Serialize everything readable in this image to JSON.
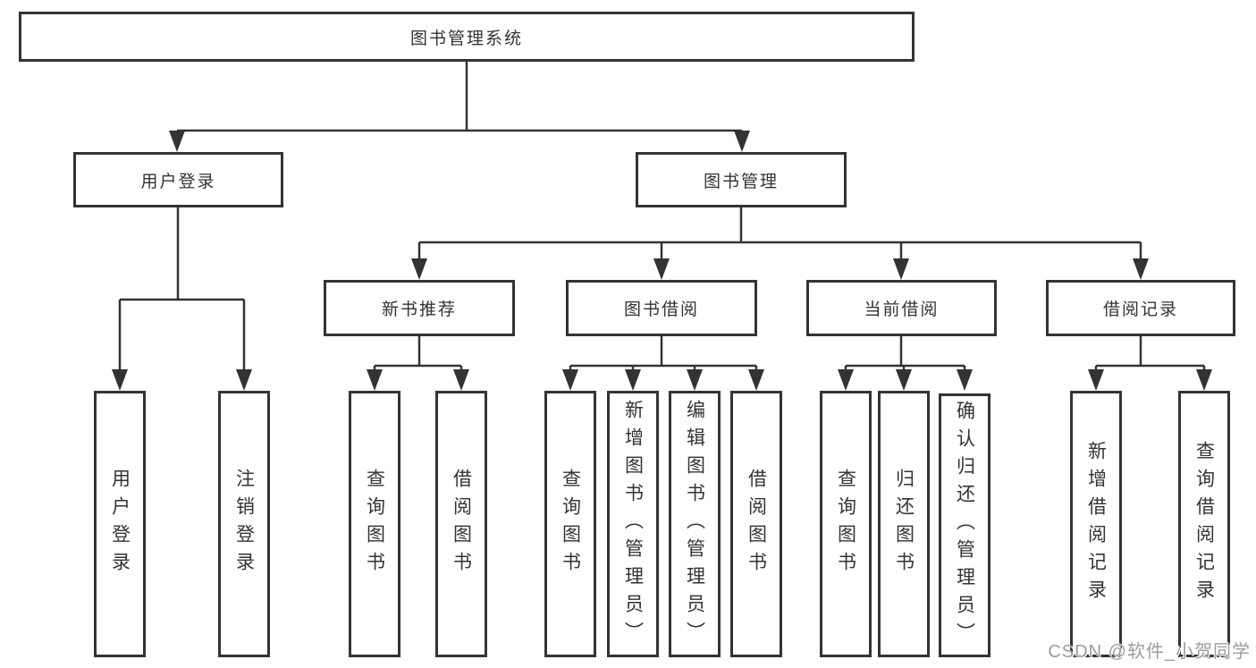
{
  "diagram_type": "hierarchy-tree",
  "nodes": {
    "root": {
      "label": "图书管理系统"
    },
    "level2": [
      {
        "label": "用户登录"
      },
      {
        "label": "图书管理"
      }
    ],
    "level3": [
      {
        "label": "新书推荐"
      },
      {
        "label": "图书借阅"
      },
      {
        "label": "当前借阅"
      },
      {
        "label": "借阅记录"
      }
    ],
    "leaves": {
      "user_login": [
        {
          "label": "用户登录"
        },
        {
          "label": "注销登录"
        }
      ],
      "new_book_recommend": [
        {
          "label": "查询图书"
        },
        {
          "label": "借阅图书"
        }
      ],
      "book_borrow": [
        {
          "label": "查询图书"
        },
        {
          "label": "新增图书（管理员）"
        },
        {
          "label": "编辑图书（管理员）"
        },
        {
          "label": "借阅图书"
        }
      ],
      "current_borrow": [
        {
          "label": "查询图书"
        },
        {
          "label": "归还图书"
        },
        {
          "label": "确认归还（管理员）"
        }
      ],
      "borrow_records": [
        {
          "label": "新增借阅记录"
        },
        {
          "label": "查询借阅记录"
        }
      ]
    }
  },
  "watermark": "CSDN @软件_小贺同学",
  "colors": {
    "line": "#333333",
    "text": "#333333",
    "watermark": "#9b9b9b",
    "background": "#ffffff"
  }
}
